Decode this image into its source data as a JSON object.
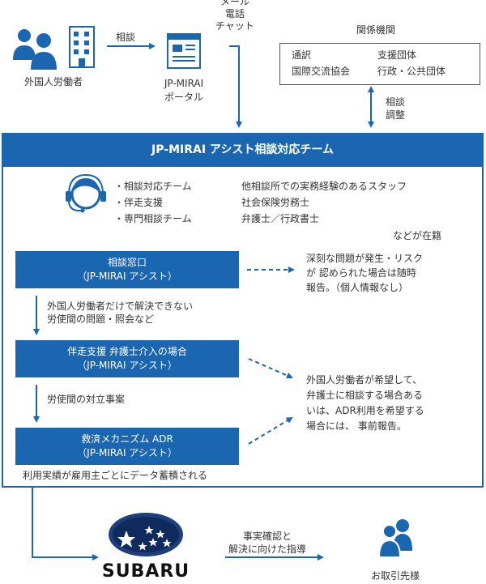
{
  "top": {
    "worker_label": "外国人労働者",
    "consult_label": "相談",
    "portal_line1": "JP-MIRAI",
    "portal_line2": "ポータル",
    "channels": [
      "メール",
      "電話",
      "チャット"
    ],
    "agencies_title": "関係機関",
    "agencies": [
      "通訳",
      "支援団体",
      "国際交流協会",
      "行政・公共団体"
    ],
    "coord_line1": "相談",
    "coord_line2": "調整"
  },
  "team": {
    "title": "JP-MIRAI アシスト相談対応チーム",
    "roles": [
      "・相談対応チーム",
      "・伴走支援",
      "・専門相談チーム"
    ],
    "staff": [
      "他相談所での実務経験のあるスタッフ",
      "社会保険労務士",
      "弁護士／行政書士"
    ],
    "staff_note": "などが在籍"
  },
  "flow": {
    "step1_title": "相談窓口",
    "step1_sub": "（JP-MIRAI アシスト）",
    "step1_note": [
      "深刻な問題が発生・リスク",
      "が 認められた場合は随時",
      "報告。（個人情報なし）"
    ],
    "arrow1_label": [
      "外国人労働者だけで解決できない",
      "労使間の問題・照会など"
    ],
    "step2_title": "伴走支援 弁護士介入の場合",
    "step2_sub": "（JP-MIRAI アシスト）",
    "arrow2_label": "労使間の対立事案",
    "step3_title": "救済メカニズム ADR",
    "step3_sub": "（JP-MIRAI アシスト）",
    "step23_note": [
      "外国人労働者が希望して、",
      "弁護士に相談する場合ある",
      "いは、ADR利用を希望する",
      "場合には、 事前報告。"
    ],
    "data_note": "利用実績が雇用主ごとにデータ蓄積される"
  },
  "bottom": {
    "brand": "SUBARU",
    "guidance": [
      "事実確認と",
      "解決に向けた指導"
    ],
    "partners_label": "お取引先様"
  },
  "colors": {
    "primary_blue": "#1a66b0",
    "text": "#333333"
  }
}
